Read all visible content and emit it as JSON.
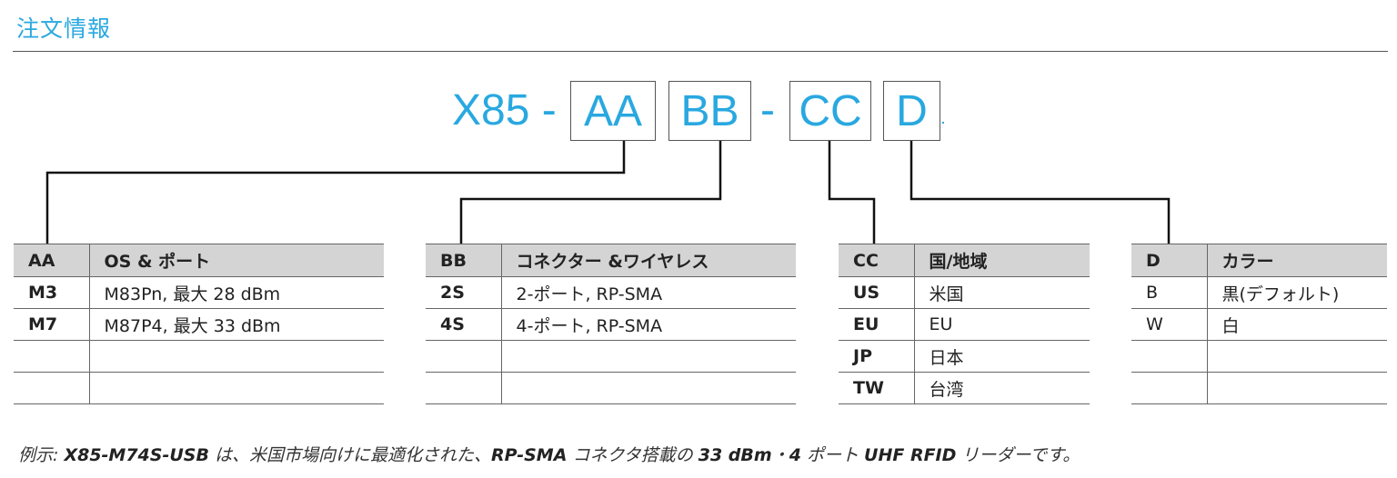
{
  "heading": "注文情報",
  "code": {
    "prefix": "X85 -",
    "aa": "AA",
    "bb": "BB",
    "sep": "-",
    "cc": "CC",
    "d": "D"
  },
  "tables": {
    "aa": {
      "header": [
        "AA",
        "OS & ポート"
      ],
      "rows": [
        [
          "M3",
          "M83Pn, 最大 28 dBm"
        ],
        [
          "M7",
          "M87P4, 最大 33 dBm"
        ],
        [
          "",
          ""
        ],
        [
          "",
          ""
        ]
      ]
    },
    "bb": {
      "header": [
        "BB",
        "コネクター &ワイヤレス"
      ],
      "rows": [
        [
          "2S",
          "2-ポート, RP-SMA"
        ],
        [
          "4S",
          "4-ポート, RP-SMA"
        ],
        [
          "",
          ""
        ],
        [
          "",
          ""
        ]
      ]
    },
    "cc": {
      "header": [
        "CC",
        "国/地域"
      ],
      "rows": [
        [
          "US",
          "米国"
        ],
        [
          "EU",
          "EU"
        ],
        [
          "JP",
          "日本"
        ],
        [
          "TW",
          "台湾"
        ]
      ]
    },
    "d": {
      "header": [
        "D",
        "カラー"
      ],
      "rows": [
        [
          "B",
          "黒(デフォルト)"
        ],
        [
          "W",
          "白"
        ],
        [
          "",
          ""
        ],
        [
          "",
          ""
        ]
      ]
    }
  },
  "example": {
    "lead": "例示: ",
    "model": "X85-M74S-USB",
    "mid1": " は、米国市場向けに最適化された、",
    "connector": "RP-SMA",
    "mid2": " コネクタ搭載の ",
    "power": "33 dBm",
    "mid3": "・",
    "ports": "4",
    "mid4": " ポート ",
    "product": "UHF RFID",
    "tail": " リーダーです。"
  }
}
